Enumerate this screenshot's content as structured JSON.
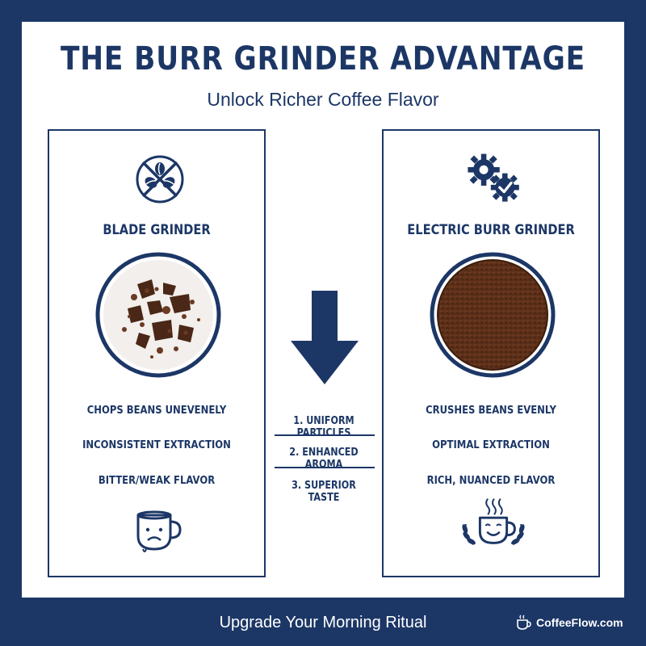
{
  "header": {
    "title": "THE BURR GRINDER ADVANTAGE",
    "subtitle": "Unlock Richer Coffee Flavor"
  },
  "left_card": {
    "heading": "BLADE GRINDER",
    "top_icon": "crossed-out-beans-icon",
    "image": "uneven-grounds-bowl",
    "features": [
      "CHOPS BEANS UNEVENELY",
      "INCONSISTENT EXTRACTION",
      "BITTER/WEAK FLAVOR"
    ],
    "bottom_icon": "sad-coffee-cup-icon"
  },
  "right_card": {
    "heading": "ELECTRIC BURR GRINDER",
    "top_icon": "gears-check-icon",
    "image": "even-grounds-bowl",
    "features": [
      "CRUSHES BEANS EVENLY",
      "OPTIMAL EXTRACTION",
      "RICH, NUANCED FLAVOR"
    ],
    "bottom_icon": "happy-coffee-cup-laurel-icon"
  },
  "middle": {
    "icon": "down-arrow-icon",
    "benefits": [
      "1. UNIFORM PARTICLES",
      "2. ENHANCED AROMA",
      "3. SUPERIOR TASTE"
    ]
  },
  "footer": {
    "tagline": "Upgrade Your Morning Ritual",
    "brand": "CoffeeFlow.com",
    "brand_icon": "coffee-cup-icon"
  },
  "colors": {
    "navy": "#1c3766",
    "coffee_dark": "#3b2012",
    "coffee_mid": "#6b3a22",
    "background": "#ffffff"
  }
}
